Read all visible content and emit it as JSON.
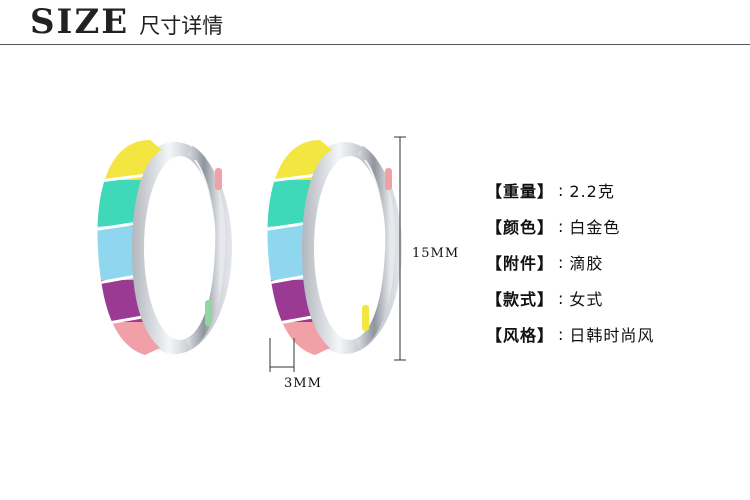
{
  "header": {
    "title_main": "SIZE",
    "title_sub": "尺寸详情"
  },
  "dimensions": {
    "height_label": "15MM",
    "width_label": "3MM"
  },
  "specs": [
    {
      "key": "【重量】",
      "value": "2.2克"
    },
    {
      "key": "【颜色】",
      "value": "白金色"
    },
    {
      "key": "【附件】",
      "value": "滴胶"
    },
    {
      "key": "【款式】",
      "value": "女式"
    },
    {
      "key": "【风格】",
      "value": "日韩时尚风"
    }
  ],
  "separator": ":",
  "colors": {
    "yellow": "#f3e640",
    "teal": "#3fd8b8",
    "sky": "#8ed7ee",
    "purple": "#9b3a93",
    "pink": "#f2a0a8",
    "silver": "#c8ccd2"
  }
}
